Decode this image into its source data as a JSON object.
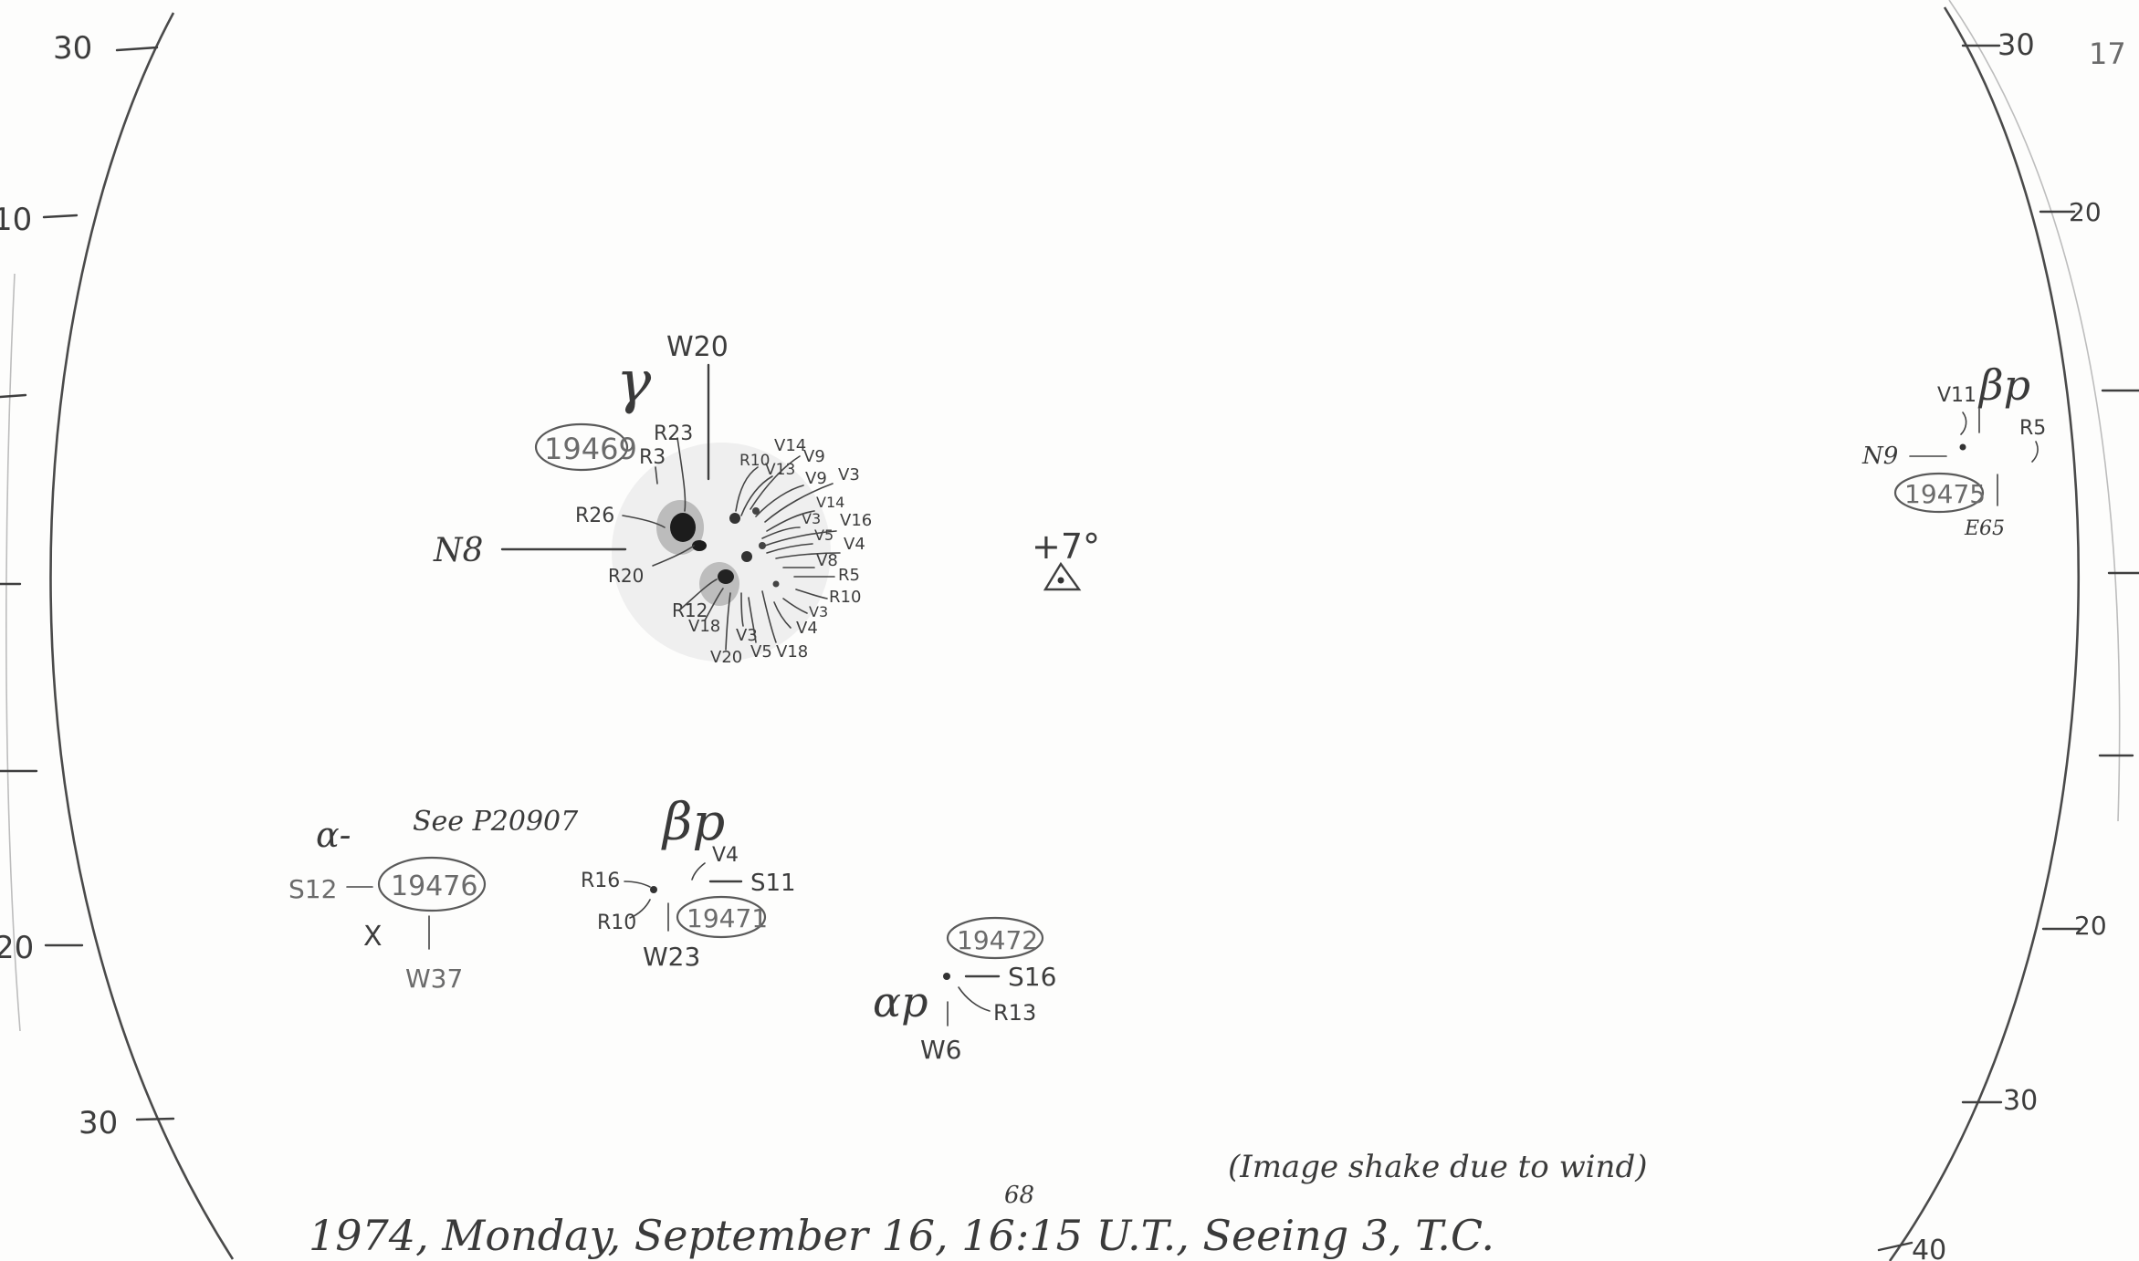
{
  "grid_labels": {
    "left": [
      "30",
      "10",
      "20",
      "30"
    ],
    "right": [
      "30",
      "20",
      "20",
      "30",
      "40"
    ],
    "corner_note": "17"
  },
  "group_19469": {
    "number": "19469",
    "class": "γ",
    "labels": [
      "W20",
      "N8",
      "R23",
      "R3",
      "R26",
      "R20",
      "R12",
      "V18",
      "V20",
      "V3",
      "V5",
      "V18",
      "V4",
      "V3",
      "R10",
      "R5",
      "V8",
      "V4",
      "V5",
      "V16",
      "V3",
      "V14",
      "V3",
      "V9",
      "V9",
      "V13",
      "V14",
      "R10"
    ]
  },
  "group_19475": {
    "number": "19475",
    "class": "βp",
    "labels": [
      "V11",
      "R5",
      "N9",
      "E65"
    ]
  },
  "group_19476": {
    "number": "19476",
    "class": "α-",
    "note": "See P20907",
    "labels": [
      "S12",
      "W37",
      "X"
    ]
  },
  "group_19471": {
    "number": "19471",
    "class": "βp",
    "labels": [
      "R16",
      "V4",
      "S11",
      "R10",
      "W23"
    ]
  },
  "group_19472": {
    "number": "19472",
    "class": "αp",
    "labels": [
      "S16",
      "R13",
      "W6"
    ]
  },
  "orientation": {
    "angle": "+7°"
  },
  "footer": {
    "line": "1974, Monday, September 16, 16:15 U.T., Seeing 3, T.C.",
    "superscript": "68",
    "note": "(Image shake due to wind)"
  }
}
